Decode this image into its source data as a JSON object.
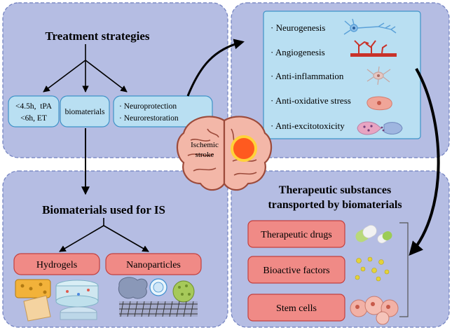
{
  "colors": {
    "panel_fill": "#b5bde3",
    "panel_stroke": "#6f7fbf",
    "box_fill": "#b9dff2",
    "box_stroke": "#3f93c8",
    "pill_fill": "#f08a86",
    "pill_stroke": "#c2403f",
    "lesion": "#ff5a1f",
    "brain": "#f3b7a8"
  },
  "treatment": {
    "title": "Treatment strategies",
    "time_window": {
      "line1": "<4.5h,  tPA",
      "line2": "<6h, ET"
    },
    "biomaterials_label": "biomaterials",
    "neuro": {
      "line1": "· Neuroprotection",
      "line2": "· Neurorestoration"
    }
  },
  "effects": {
    "items": [
      {
        "label": "· Neurogenesis",
        "icon": "neuron-icon"
      },
      {
        "label": "· Angiogenesis",
        "icon": "blood-vessel-icon"
      },
      {
        "label": "· Anti-inflammation",
        "icon": "microglia-icon"
      },
      {
        "label": "· Anti-oxidative stress",
        "icon": "cell-icon"
      },
      {
        "label": "· Anti-excitotoxicity",
        "icon": "synapse-icon"
      }
    ]
  },
  "brain": {
    "line1": "Ischemic",
    "line2": "stroke"
  },
  "biomaterials": {
    "title": "Biomaterials used for IS",
    "hydrogels": "Hydrogels",
    "nanoparticles": "Nanoparticles"
  },
  "substances": {
    "title_line1": "Therapeutic substances",
    "title_line2": "transported by biomaterials",
    "items": [
      {
        "label": "Therapeutic drugs",
        "icon": "capsule-icon"
      },
      {
        "label": "Bioactive factors",
        "icon": "molecule-dots-icon"
      },
      {
        "label": "Stem cells",
        "icon": "stem-cells-icon"
      }
    ]
  }
}
